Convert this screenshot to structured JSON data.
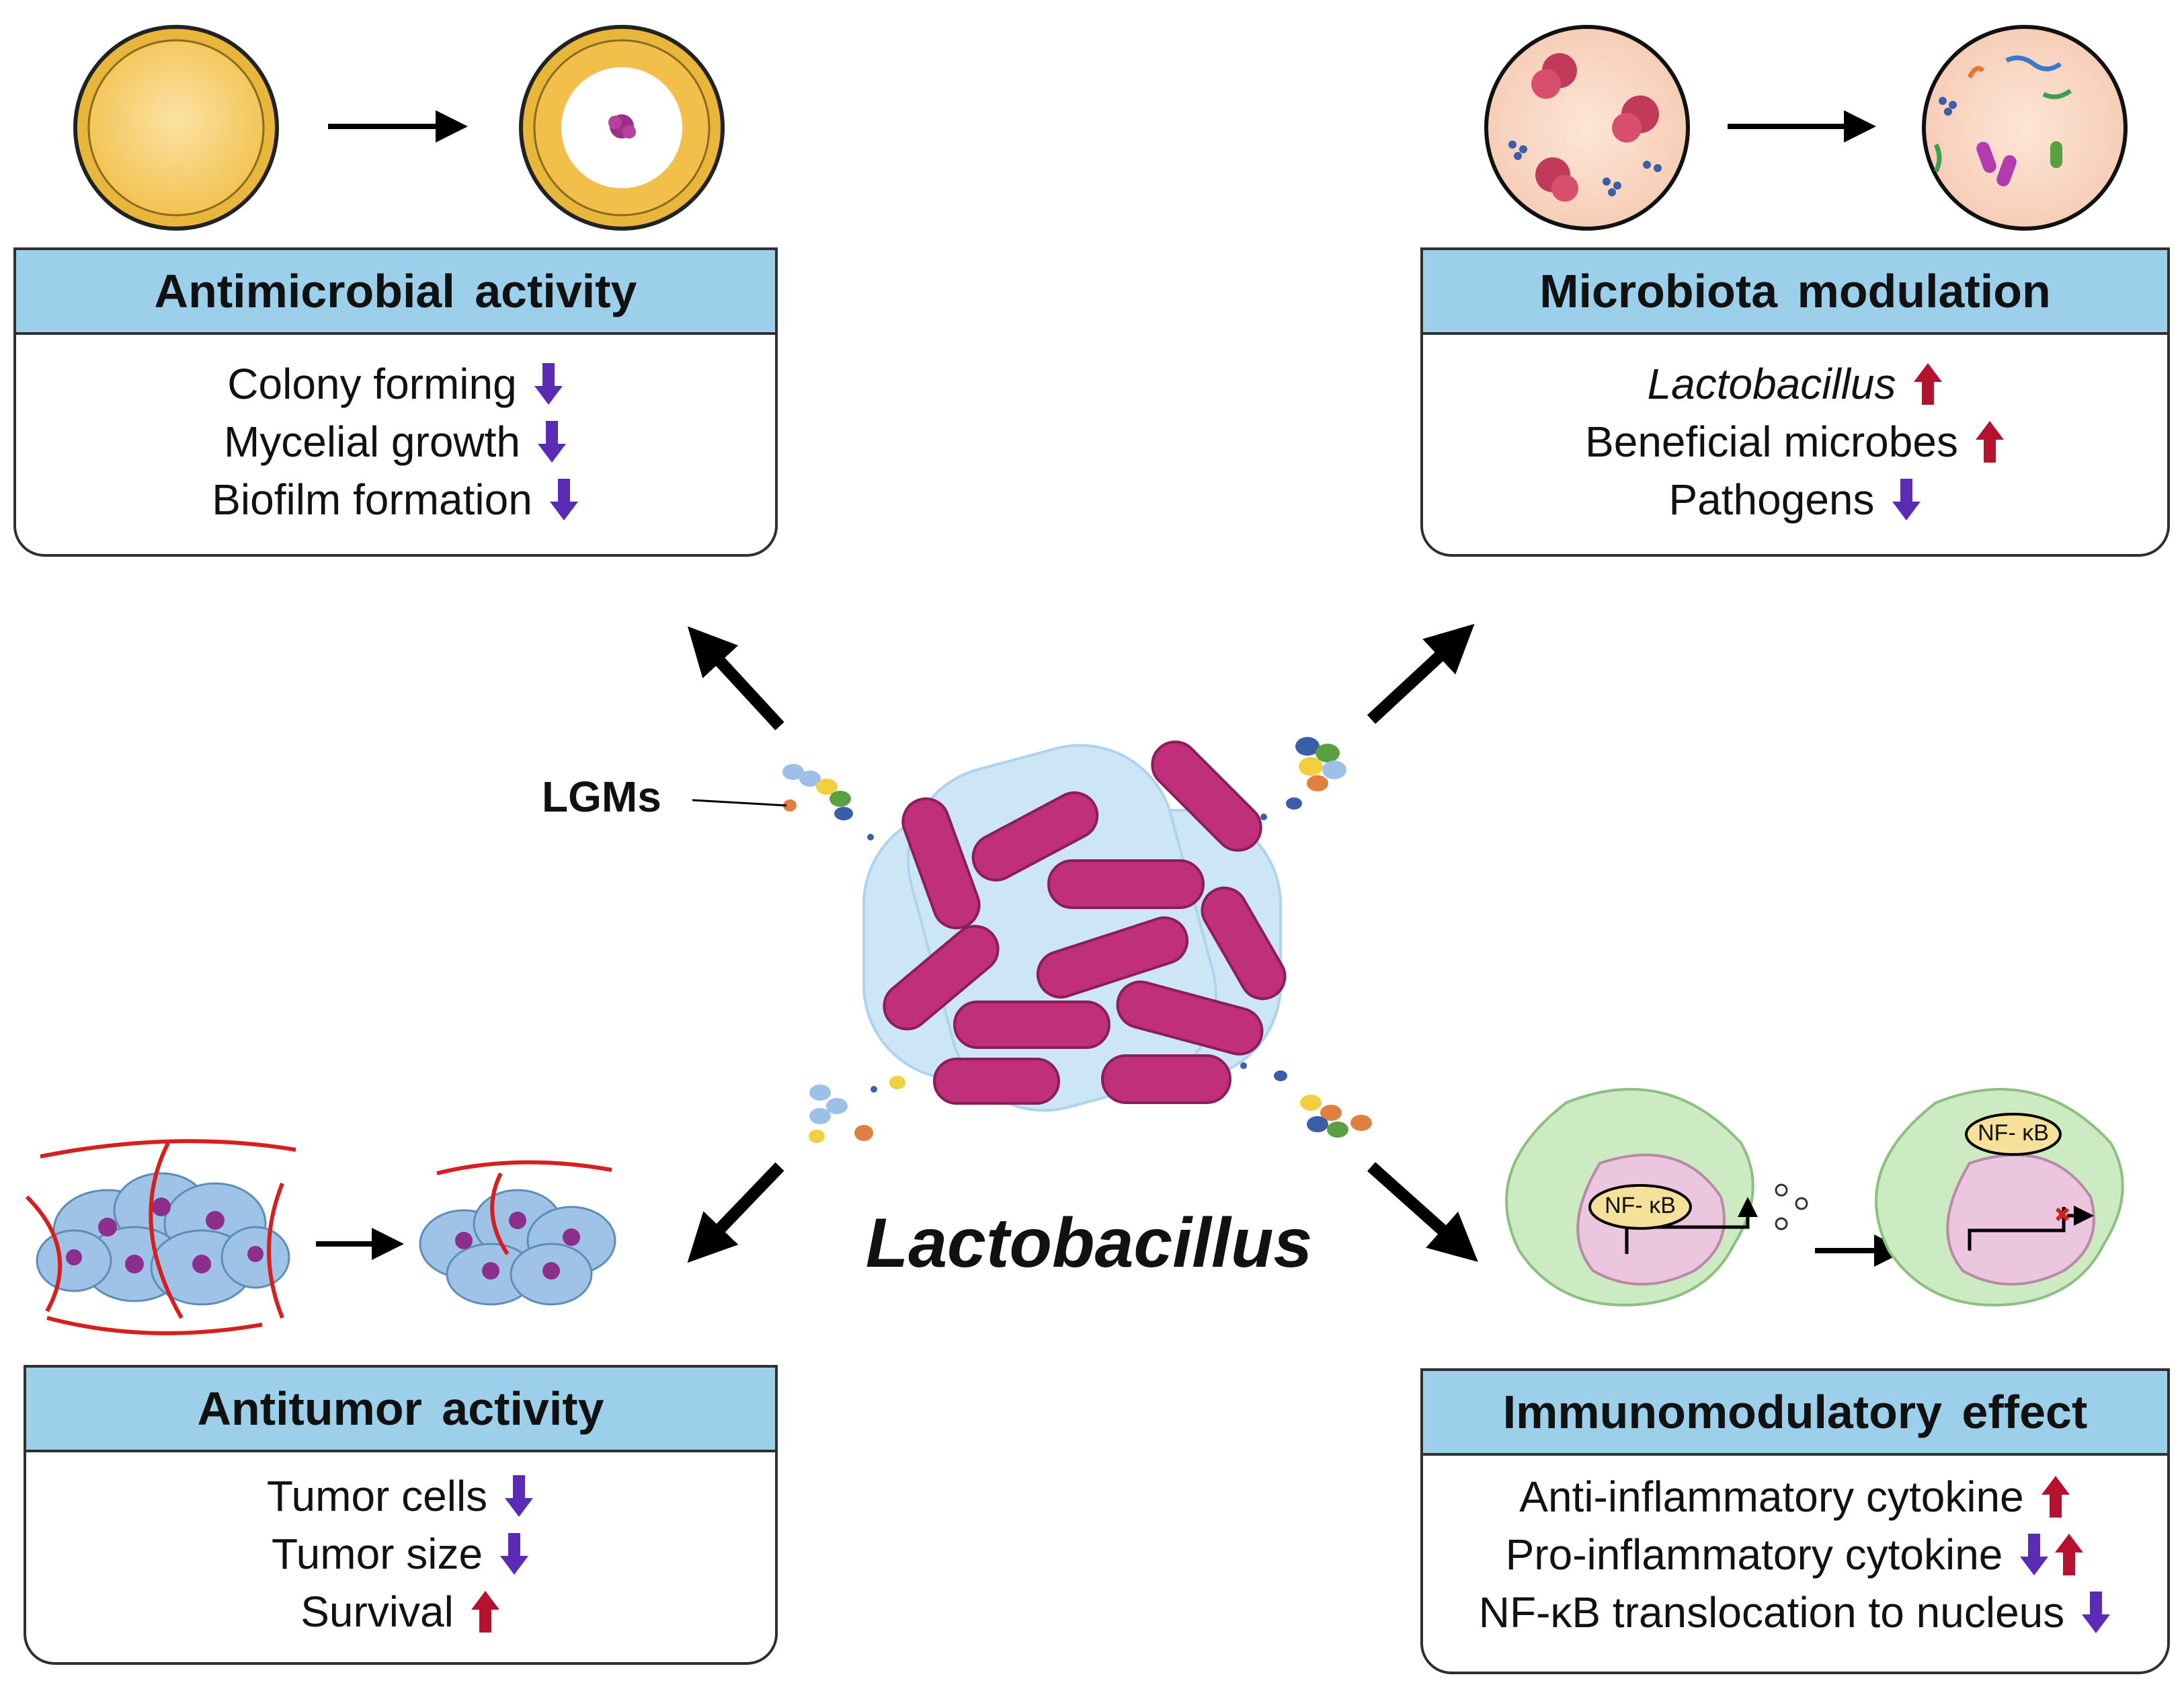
{
  "center_label": "Lactobacillus",
  "lgm_label": "LGMs",
  "nfkb_label": "NF- κB",
  "colors": {
    "header_fill": "#9ccfea",
    "up_arrow": "#b5122f",
    "down_arrow": "#5b2bb5",
    "bacteria": "#c0307a",
    "capsule": "#cde6f5"
  },
  "panels": {
    "antimicrobial": {
      "title": "Antimicrobial activity",
      "rows": [
        {
          "text": "Colony forming",
          "arrows": [
            "down"
          ]
        },
        {
          "text": "Mycelial growth",
          "arrows": [
            "down"
          ]
        },
        {
          "text": "Biofilm formation",
          "arrows": [
            "down"
          ]
        }
      ]
    },
    "microbiota": {
      "title": "Microbiota modulation",
      "rows": [
        {
          "text": "Lactobacillus",
          "italic": true,
          "arrows": [
            "up"
          ]
        },
        {
          "text": "Beneficial microbes",
          "arrows": [
            "up"
          ]
        },
        {
          "text": "Pathogens",
          "arrows": [
            "down"
          ]
        }
      ]
    },
    "antitumor": {
      "title": "Antitumor activity",
      "rows": [
        {
          "text": "Tumor cells",
          "arrows": [
            "down"
          ]
        },
        {
          "text": "Tumor size",
          "arrows": [
            "down"
          ]
        },
        {
          "text": "Survival",
          "arrows": [
            "up"
          ]
        }
      ]
    },
    "immuno": {
      "title": "Immunomodulatory effect",
      "rows": [
        {
          "text": "Anti-inflammatory cytokine",
          "arrows": [
            "up"
          ]
        },
        {
          "text": "Pro-inflammatory cytokine",
          "arrows": [
            "down",
            "up"
          ]
        },
        {
          "text": "NF-κB translocation to nucleus",
          "arrows": [
            "down"
          ]
        }
      ]
    }
  }
}
